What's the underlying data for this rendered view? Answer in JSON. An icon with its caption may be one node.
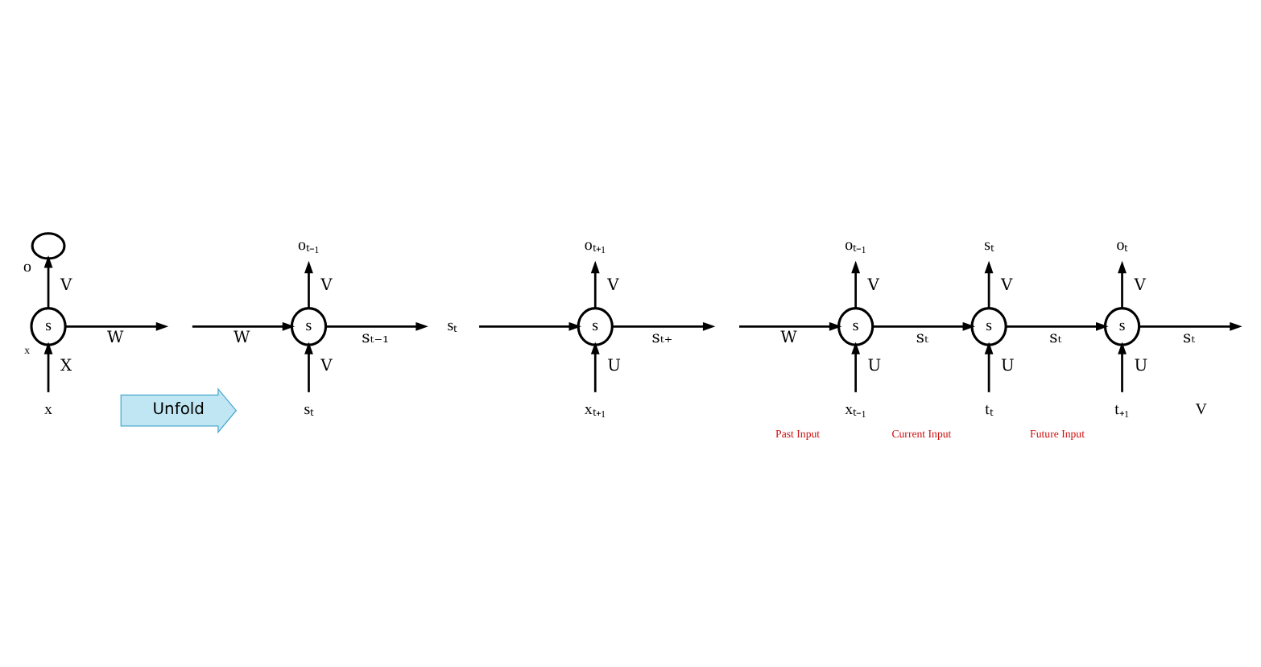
{
  "diagram": {
    "nodes": [
      {
        "text": [
          "o"
        ]
      },
      {
        "text": [
          "s"
        ],
        "beside": [
          "x"
        ]
      },
      {
        "text": [
          "x"
        ]
      },
      {
        "text": [
          "Unfold"
        ]
      },
      {
        "text": [
          "oₜ₋₁"
        ]
      },
      {
        "text": [
          "s"
        ]
      },
      {
        "text": [
          "sₜ"
        ]
      },
      {
        "text": [
          "sₜ"
        ]
      },
      {
        "text": [
          "s"
        ]
      },
      {
        "text": [
          "oₜ₊₁"
        ]
      },
      {
        "text": [
          "xₜ₊₁"
        ]
      },
      {
        "text": [
          "oₜ₋₁"
        ]
      },
      {
        "text": [
          "s"
        ]
      },
      {
        "text": [
          "xₜ₋₁"
        ],
        "beside": [
          "Past Input"
        ]
      },
      {
        "text": [
          "sₜ"
        ]
      },
      {
        "text": [
          "s"
        ]
      },
      {
        "text": [
          "tₜ"
        ],
        "beside": [
          "Current Input"
        ]
      },
      {
        "text": [
          "oₜ"
        ]
      },
      {
        "text": [
          "s"
        ]
      },
      {
        "text": [
          "t₊₁"
        ],
        "beside": [
          "Future Input"
        ]
      }
    ],
    "edges": [
      {
        "from": 1,
        "to": 0,
        "arrow": "to",
        "label": "V"
      },
      {
        "from": 2,
        "to": 1,
        "arrow": "to",
        "label": "X"
      },
      {
        "from": 1,
        "to": null,
        "arrow": "to",
        "label": "W"
      },
      {
        "from": null,
        "to": 5,
        "arrow": "to",
        "label": "W"
      },
      {
        "from": 5,
        "to": 4,
        "arrow": "to",
        "label": "V"
      },
      {
        "from": 6,
        "to": 5,
        "arrow": "to",
        "label": "V"
      },
      {
        "from": 5,
        "to": 7,
        "arrow": "to",
        "label": "sₜ₋₁"
      },
      {
        "from": 7,
        "to": 8,
        "arrow": "to"
      },
      {
        "from": 8,
        "to": 9,
        "arrow": "to",
        "label": "V"
      },
      {
        "from": 10,
        "to": 8,
        "arrow": "to",
        "label": "U"
      },
      {
        "from": 8,
        "to": null,
        "arrow": "to",
        "label": "sₜ₊"
      },
      {
        "from": null,
        "to": 12,
        "arrow": "to",
        "label": "W"
      },
      {
        "from": 12,
        "to": 11,
        "arrow": "to",
        "label": "V"
      },
      {
        "from": 13,
        "to": 12,
        "arrow": "to",
        "label": "U"
      },
      {
        "from": 12,
        "to": 15,
        "arrow": "to",
        "label": "sₜ"
      },
      {
        "from": 15,
        "to": 14,
        "arrow": "to",
        "label": "V"
      },
      {
        "from": 16,
        "to": 15,
        "arrow": "to",
        "label": "U"
      },
      {
        "from": 15,
        "to": 18,
        "arrow": "to",
        "label": "sₜ"
      },
      {
        "from": 18,
        "to": 17,
        "arrow": "to",
        "label": "V"
      },
      {
        "from": 19,
        "to": 18,
        "arrow": "to",
        "label": "U"
      },
      {
        "from": 18,
        "to": null,
        "arrow": "to",
        "label": "sₜ"
      }
    ],
    "labels": [
      "V"
    ]
  }
}
